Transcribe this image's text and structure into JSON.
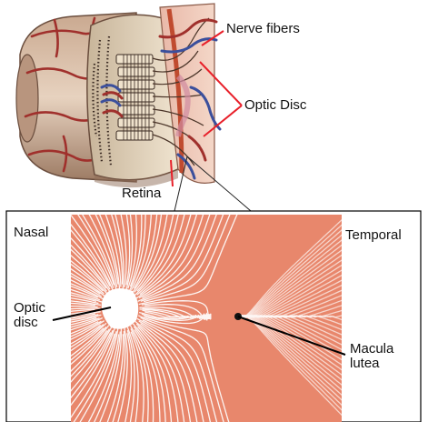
{
  "labels": {
    "nerve_fibers": "Nerve fibers",
    "optic_disc_top": "Optic Disc",
    "retina": "Retina",
    "nasal": "Nasal",
    "temporal": "Temporal",
    "optic_disc_bottom": "Optic\ndisc",
    "macula": "Macula\nlutea"
  },
  "colors": {
    "fiber_background": "#e8876c",
    "fiber_stroke": "#ffffff",
    "vessel_red": "#a0302c",
    "vessel_blue": "#3b4f9c",
    "leader_line": "#e8202a",
    "tissue": "#c7a58f",
    "panel_border": "#000000"
  }
}
